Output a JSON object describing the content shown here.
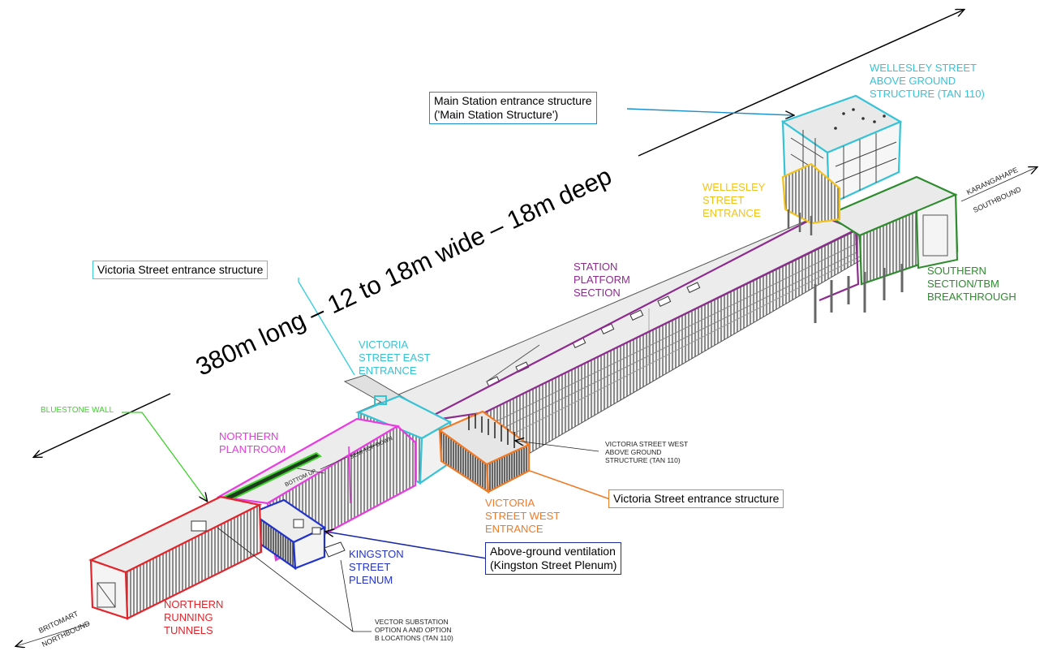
{
  "dimension_text": "380m long – 12 to 18m wide – 18m deep",
  "callouts": {
    "main_station": {
      "line1": "Main Station entrance structure",
      "line2": "('Main Station Structure')",
      "color": "#1a8fc9"
    },
    "victoria_street_entrance_top": {
      "text": "Victoria Street entrance structure",
      "color": "#3ccfdc"
    },
    "victoria_street_entrance_bottom": {
      "text": "Victoria Street entrance structure",
      "color": "#f07a25"
    },
    "kingston_ventilation": {
      "line1": "Above-ground ventilation",
      "line2": "(Kingston Street Plenum)",
      "color": "#1c2aa8"
    }
  },
  "labels": {
    "wellesley_above": {
      "lines": [
        "WELLESLEY STREET",
        "ABOVE GROUND",
        "STRUCTURE (TAN 110)"
      ],
      "color": "#37c3d6"
    },
    "wellesley_entrance": {
      "lines": [
        "WELLESLEY",
        "STREET",
        "ENTRANCE"
      ],
      "color": "#f2c21b"
    },
    "station_platform": {
      "lines": [
        "STATION",
        "PLATFORM",
        "SECTION"
      ],
      "color": "#8e2b8f"
    },
    "southern_section": {
      "lines": [
        "SOUTHERN",
        "SECTION/TBM",
        "BREAKTHROUGH"
      ],
      "color": "#2e8b2e"
    },
    "victoria_east": {
      "lines": [
        "VICTORIA",
        "STREET EAST",
        "ENTRANCE"
      ],
      "color": "#37c3d6"
    },
    "victoria_west": {
      "lines": [
        "VICTORIA",
        "STREET WEST",
        "ENTRANCE"
      ],
      "color": "#f07a25"
    },
    "northern_plantroom": {
      "lines": [
        "NORTHERN",
        "PLANTROOM"
      ],
      "color": "#e83be0"
    },
    "kingston_plenum": {
      "lines": [
        "KINGSTON",
        "STREET",
        "PLENUM"
      ],
      "color": "#2233cc"
    },
    "northern_tunnels": {
      "lines": [
        "NORTHERN",
        "RUNNING",
        "TUNNELS"
      ],
      "color": "#e3242b"
    },
    "bluestone_wall": {
      "text": "BLUESTONE WALL",
      "color": "#3fd12c"
    }
  },
  "small_labels": {
    "victoria_west_above": [
      "VICTORIA STREET WEST",
      "ABOVE GROUND",
      "STRUCTURE (TAN 110)"
    ],
    "vector_substation": [
      "VECTOR SUBSTATION",
      "OPTION A AND OPTION",
      "B LOCATIONS (TAN 110)"
    ],
    "bottom_up": "BOTTOM UP",
    "semi_top_down": "SEMI TOP DOWN"
  },
  "directions": {
    "karangahape": "KARANGAHAPE",
    "southbound": "SOUTHBOUND",
    "britomart": "BRITOMART",
    "northbound": "NORTHBOUND"
  }
}
